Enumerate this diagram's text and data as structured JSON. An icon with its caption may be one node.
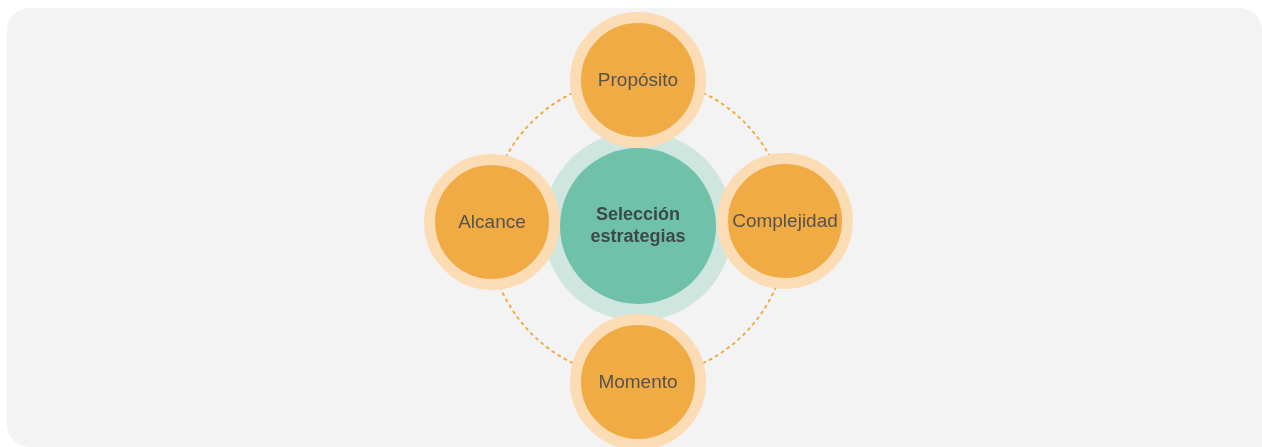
{
  "diagram": {
    "nodes": [
      {
        "text": [
          "Selección estrategias"
        ]
      },
      {
        "text": [
          "Propósito"
        ]
      },
      {
        "text": [
          "Complejidad"
        ]
      },
      {
        "text": [
          "Momento"
        ]
      },
      {
        "text": [
          "Alcance"
        ]
      }
    ],
    "edges": [
      {
        "from": 1,
        "to": 2,
        "arrow": "none",
        "style": "dashed"
      },
      {
        "from": 2,
        "to": 3,
        "arrow": "none",
        "style": "dashed"
      },
      {
        "from": 3,
        "to": 4,
        "arrow": "none",
        "style": "dashed"
      },
      {
        "from": 4,
        "to": 1,
        "arrow": "none",
        "style": "dashed"
      }
    ]
  }
}
